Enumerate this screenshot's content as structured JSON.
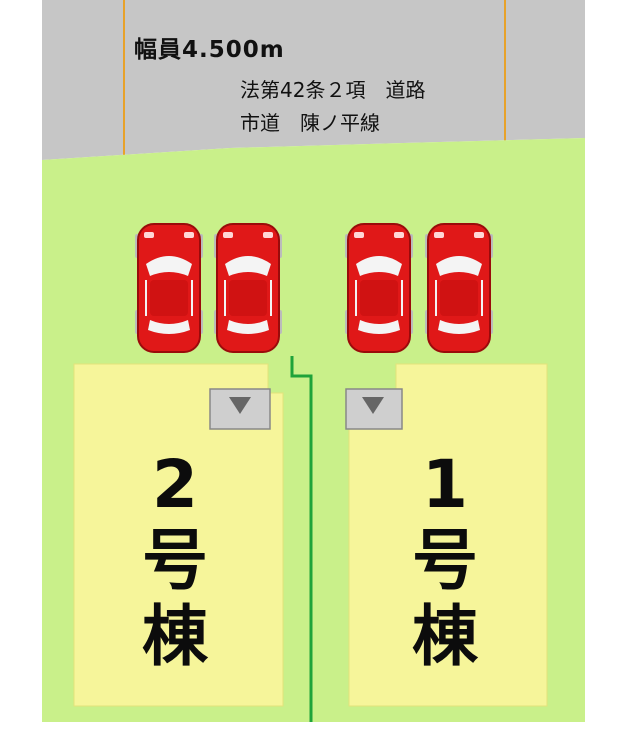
{
  "road": {
    "width_label": "幅員4.500m",
    "law_label": "法第42条２項　道路",
    "city_label": "市道　陳ノ平線"
  },
  "buildings": [
    {
      "number": "2",
      "suffix1": "号",
      "suffix2": "棟"
    },
    {
      "number": "1",
      "suffix1": "号",
      "suffix2": "棟"
    }
  ],
  "colors": {
    "road": "#c6c6c6",
    "lot": "#c9f08a",
    "building": "#f6f59a",
    "car": "#e01818",
    "boundary_line": "#1fa33a",
    "road_edge_line": "#e8a22a"
  },
  "icons": [
    "car-icon",
    "car-icon",
    "car-icon",
    "car-icon",
    "entrance-triangle-icon",
    "entrance-triangle-icon"
  ]
}
